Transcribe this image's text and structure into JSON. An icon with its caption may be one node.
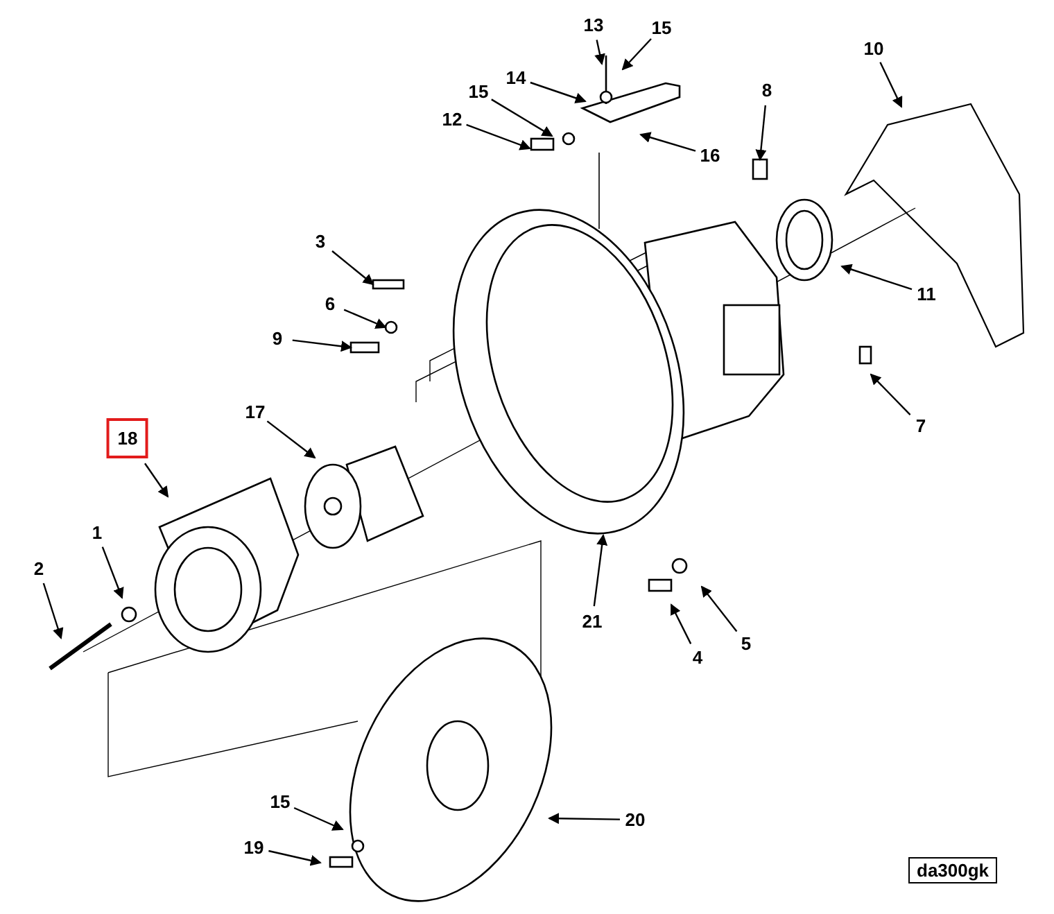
{
  "diagram": {
    "nodes": [
      {
        "text": [
          "13"
        ]
      },
      {
        "text": [
          "15"
        ]
      },
      {
        "text": [
          "10"
        ]
      },
      {
        "text": [
          "14"
        ]
      },
      {
        "text": [
          "8"
        ]
      },
      {
        "text": [
          "15"
        ]
      },
      {
        "text": [
          "12"
        ]
      },
      {
        "text": [
          "16"
        ]
      },
      {
        "text": [
          "3"
        ]
      },
      {
        "text": [
          "11"
        ]
      },
      {
        "text": [
          "6"
        ]
      },
      {
        "text": [
          "9"
        ]
      },
      {
        "text": [
          "17"
        ]
      },
      {
        "text": [
          "7"
        ]
      },
      {
        "text": [
          "18"
        ]
      },
      {
        "text": [
          "1"
        ]
      },
      {
        "text": [
          "2"
        ]
      },
      {
        "text": [
          "21"
        ]
      },
      {
        "text": [
          "5"
        ]
      },
      {
        "text": [
          "4"
        ]
      },
      {
        "text": [
          "15"
        ]
      },
      {
        "text": [
          "20"
        ]
      },
      {
        "text": [
          "19"
        ]
      },
      {
        "text": [],
        "shape": "box"
      },
      {
        "text": [],
        "shape": "box"
      },
      {
        "text": [],
        "shape": "box"
      },
      {
        "text": [],
        "shape": "circle"
      }
    ],
    "edges": [
      {
        "from": 0,
        "to": null,
        "arrow": "to"
      },
      {
        "from": 1,
        "to": null,
        "arrow": "to"
      },
      {
        "from": 2,
        "to": null,
        "arrow": "to"
      },
      {
        "from": 3,
        "to": null,
        "arrow": "to"
      },
      {
        "from": 4,
        "to": 23,
        "arrow": "to"
      },
      {
        "from": 5,
        "to": null,
        "arrow": "to"
      },
      {
        "from": 6,
        "to": null,
        "arrow": "to"
      },
      {
        "from": 7,
        "to": null,
        "arrow": "to"
      },
      {
        "from": 8,
        "to": 24,
        "arrow": "to"
      },
      {
        "from": 9,
        "to": null,
        "arrow": "to"
      },
      {
        "from": 10,
        "to": 26,
        "arrow": "to"
      },
      {
        "from": 11,
        "to": 25,
        "arrow": "to"
      },
      {
        "from": 12,
        "to": null,
        "arrow": "to"
      },
      {
        "from": 13,
        "to": null,
        "arrow": "to"
      },
      {
        "from": 14,
        "to": null,
        "arrow": "to"
      },
      {
        "from": 15,
        "to": null,
        "arrow": "to"
      },
      {
        "from": 16,
        "to": null,
        "arrow": "to"
      },
      {
        "from": 17,
        "to": null,
        "arrow": "to"
      },
      {
        "from": 18,
        "to": null,
        "arrow": "to"
      },
      {
        "from": 19,
        "to": null,
        "arrow": "to"
      },
      {
        "from": 20,
        "to": null,
        "arrow": "to"
      },
      {
        "from": 21,
        "to": null,
        "arrow": "to"
      },
      {
        "from": 22,
        "to": null,
        "arrow": "to"
      }
    ],
    "labels": [
      "da300gk"
    ]
  }
}
